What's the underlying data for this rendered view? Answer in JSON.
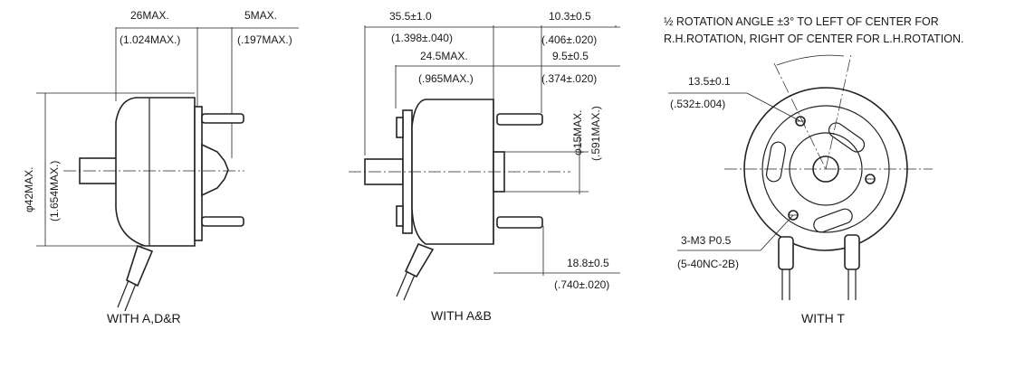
{
  "view_left": {
    "caption": "WITH A,D&R",
    "dim_length": "26MAX.",
    "dim_length_in": "(1.024MAX.)",
    "dim_shaft": "5MAX.",
    "dim_shaft_in": "(.197MAX.)",
    "dim_diameter": "φ42MAX.",
    "dim_diameter_in": "(1.654MAX.)"
  },
  "view_middle": {
    "caption": "WITH A&B",
    "dim_overall": "35.5±1.0",
    "dim_overall_in": "(1.398±.040)",
    "dim_body": "24.5MAX.",
    "dim_body_in": "(.965MAX.)",
    "dim_terminal": "10.3±0.5",
    "dim_terminal_in": "(.406±.020)",
    "dim_terminal2": "9.5±0.5",
    "dim_terminal2_in": "(.374±.020)",
    "dim_rear_dia": "φ15MAX.",
    "dim_rear_dia_in": "(.591MAX.)",
    "dim_lower": "18.8±0.5",
    "dim_lower_in": "(.740±.020)"
  },
  "view_right": {
    "caption": "WITH T",
    "note_line1": "½ ROTATION ANGLE ±3° TO LEFT OF CENTER FOR",
    "note_line2": "R.H.ROTATION, RIGHT OF CENTER FOR L.H.ROTATION.",
    "dim_hole": "13.5±0.1",
    "dim_hole_in": "(.532±.004)",
    "dim_thread": "3-M3 P0.5",
    "dim_thread_in": "(5-40NC-2B)"
  }
}
